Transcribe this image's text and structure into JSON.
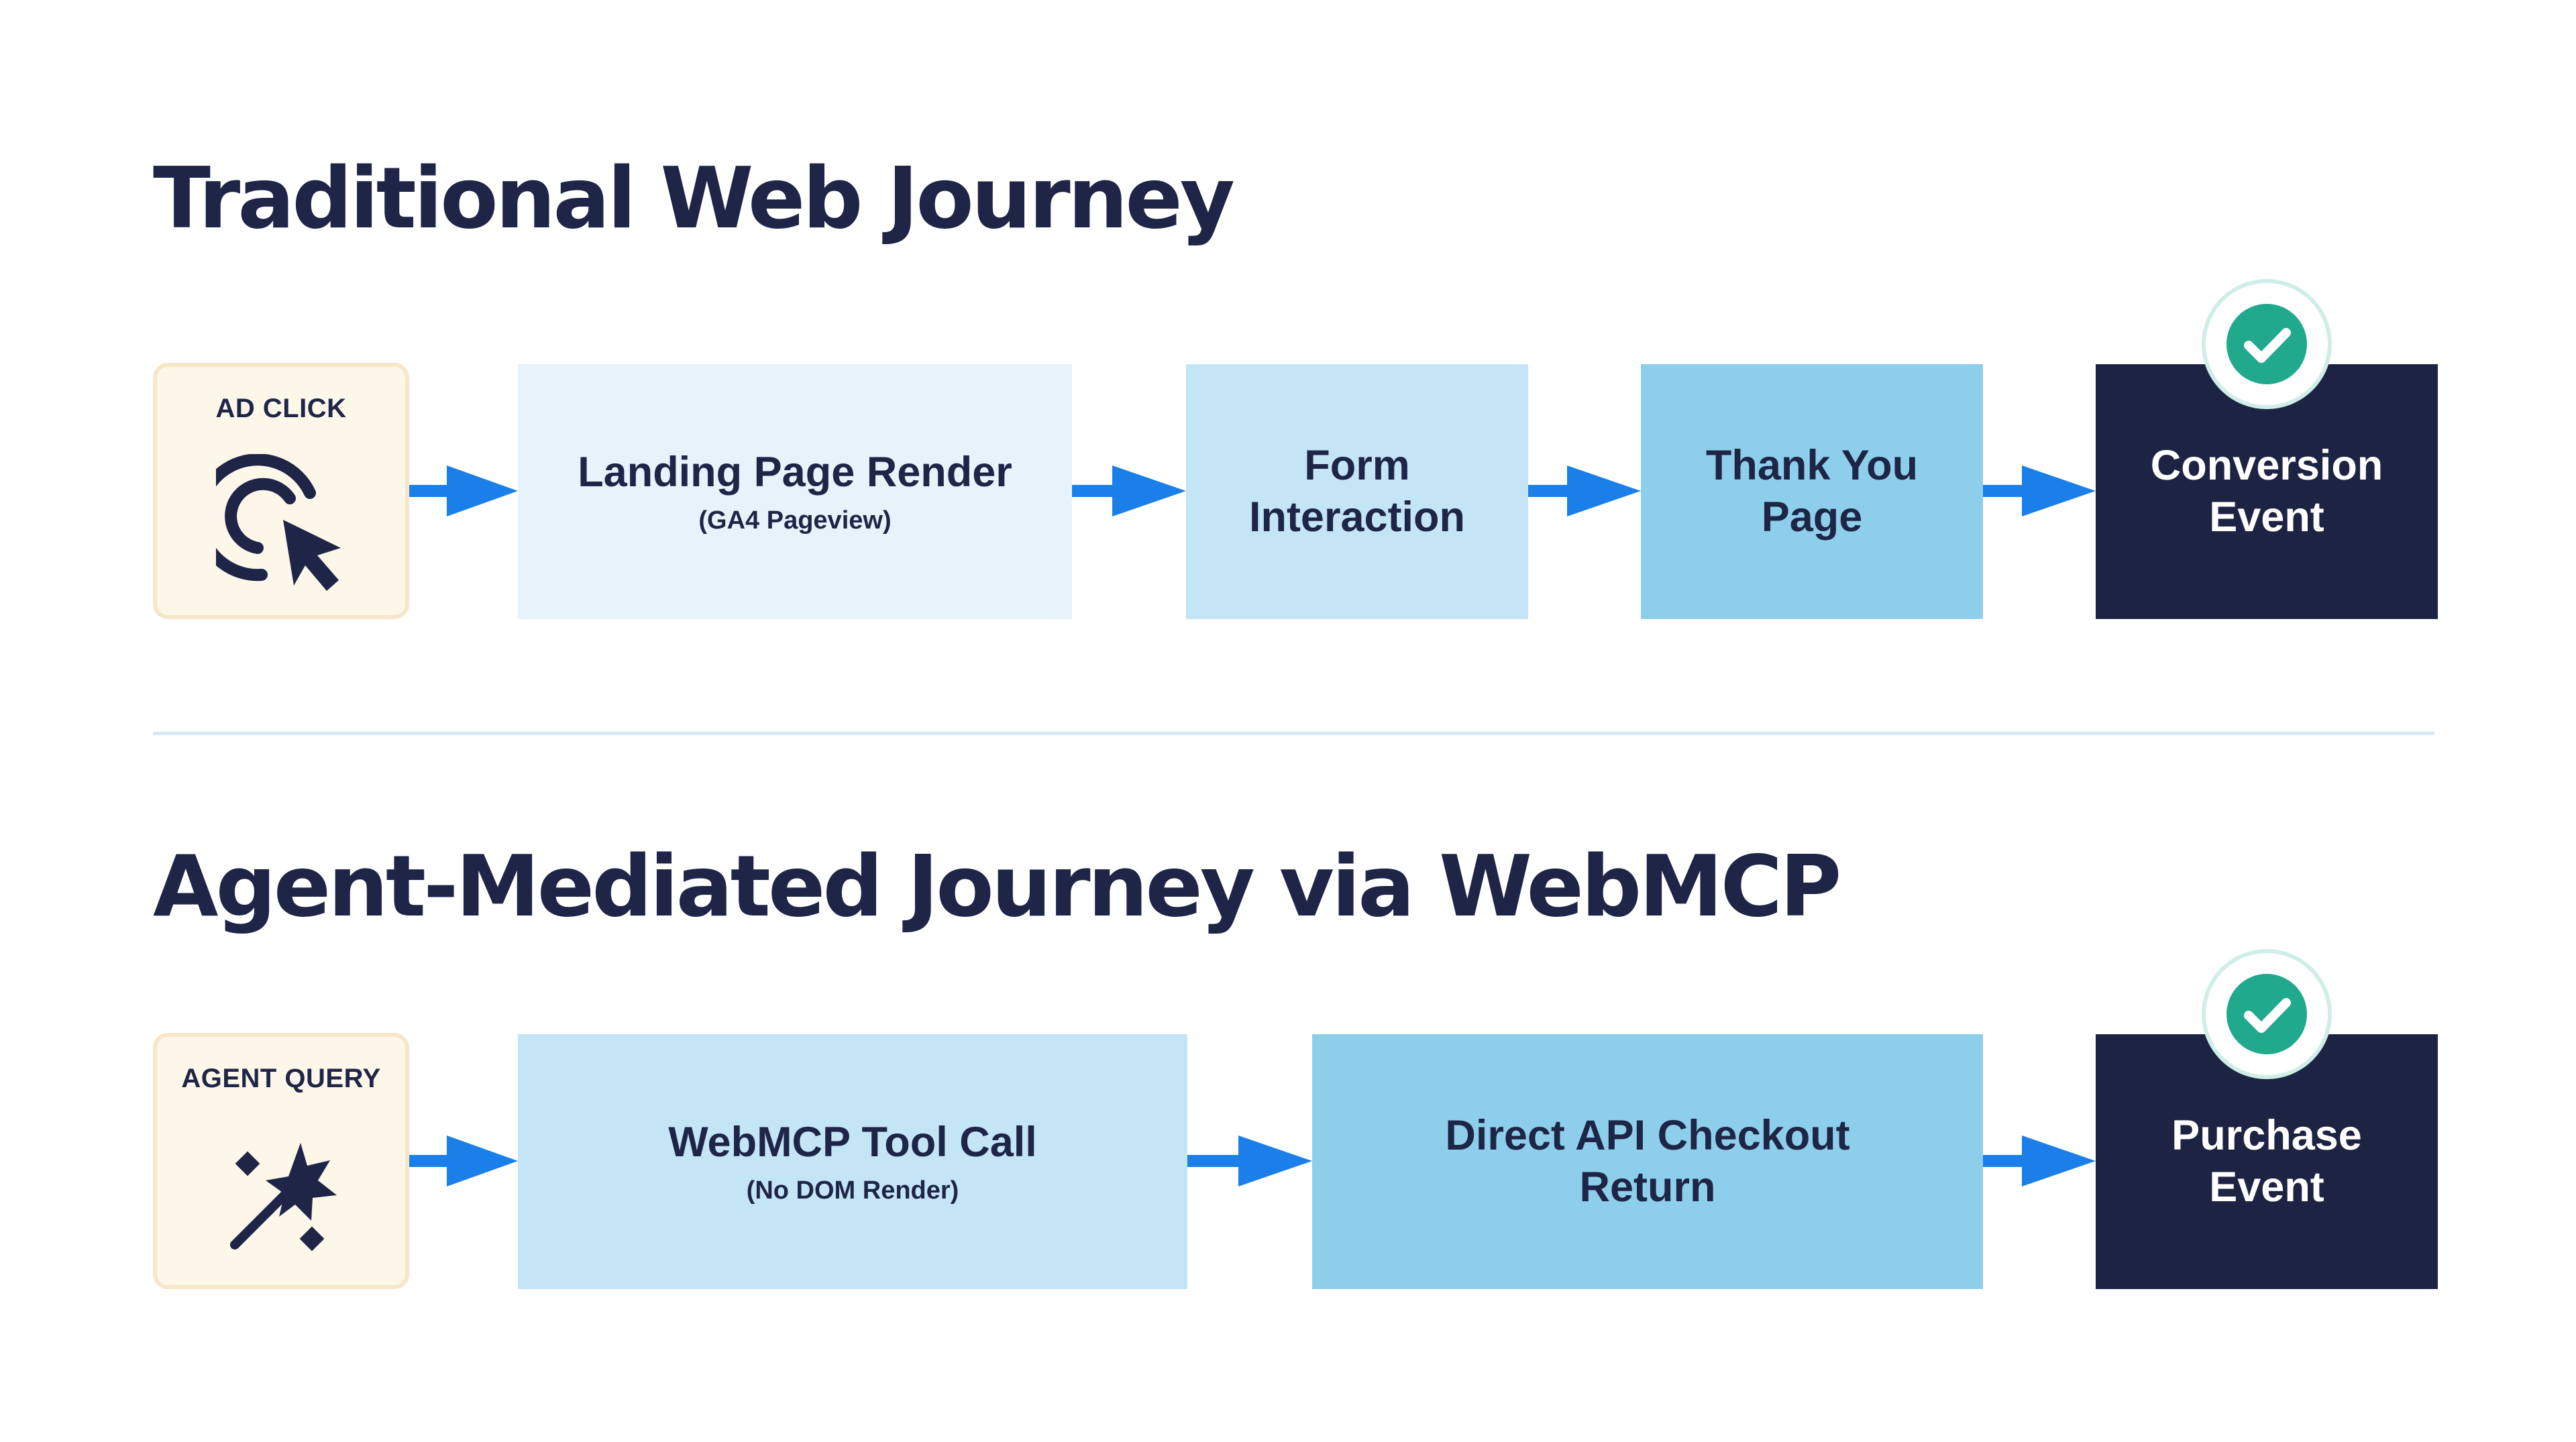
{
  "section1": {
    "title": "Traditional Web Journey",
    "start_label": "AD CLICK",
    "start_icon": "cursor-click-icon",
    "steps": [
      {
        "label": "Landing Page Render",
        "sub": "(GA4 Pageview)"
      },
      {
        "label": "Form\nInteraction"
      },
      {
        "label": "Thank You\nPage"
      },
      {
        "label": "Conversion\nEvent"
      }
    ]
  },
  "section2": {
    "title": "Agent-Mediated Journey via WebMCP",
    "start_label": "AGENT QUERY",
    "start_icon": "magic-wand-icon",
    "steps": [
      {
        "label": "WebMCP Tool Call",
        "sub": "(No DOM Render)"
      },
      {
        "label": "Direct API Checkout\nReturn"
      },
      {
        "label": "Purchase\nEvent"
      }
    ]
  },
  "colors": {
    "navy": "#1d2443",
    "arrow": "#1a7fe8",
    "check": "#21a98e",
    "start_bg": "#fdf7ea",
    "step_light": "#e8f2fb",
    "step_mid": "#c4e5f5",
    "step_dark": "#8dcfea"
  }
}
